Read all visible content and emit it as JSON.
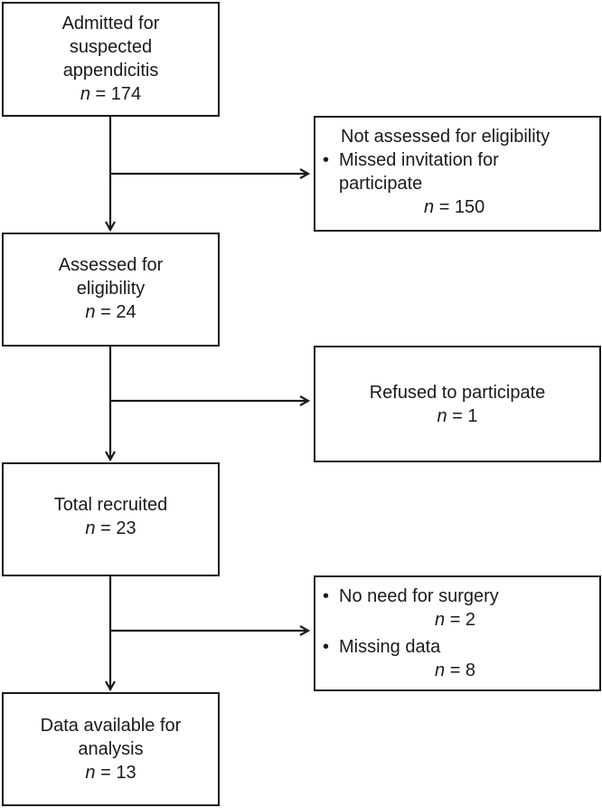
{
  "flow": {
    "admitted": {
      "lines": [
        "Admitted for",
        "suspected",
        "appendicitis"
      ],
      "n_label": "n",
      "n_value": "= 174"
    },
    "not_assessed": {
      "title": "Not assessed for eligibility",
      "bullet": "•",
      "reason_line1": "Missed invitation for",
      "reason_line2": "participate",
      "n_label": "n",
      "n_value": "= 150"
    },
    "assessed": {
      "lines": [
        "Assessed for",
        "eligibility"
      ],
      "n_label": "n",
      "n_value": "= 24"
    },
    "refused": {
      "title": "Refused to participate",
      "n_label": "n",
      "n_value": "= 1"
    },
    "recruited": {
      "lines": [
        "Total recruited"
      ],
      "n_label": "n",
      "n_value": "= 23"
    },
    "excluded": {
      "bullet": "•",
      "reason1": "No need for surgery",
      "reason1_n_label": "n",
      "reason1_n_value": "= 2",
      "reason2": "Missing data",
      "reason2_n_label": "n",
      "reason2_n_value": "= 8"
    },
    "analysis": {
      "lines": [
        "Data available for",
        "analysis"
      ],
      "n_label": "n",
      "n_value": "= 13"
    }
  }
}
